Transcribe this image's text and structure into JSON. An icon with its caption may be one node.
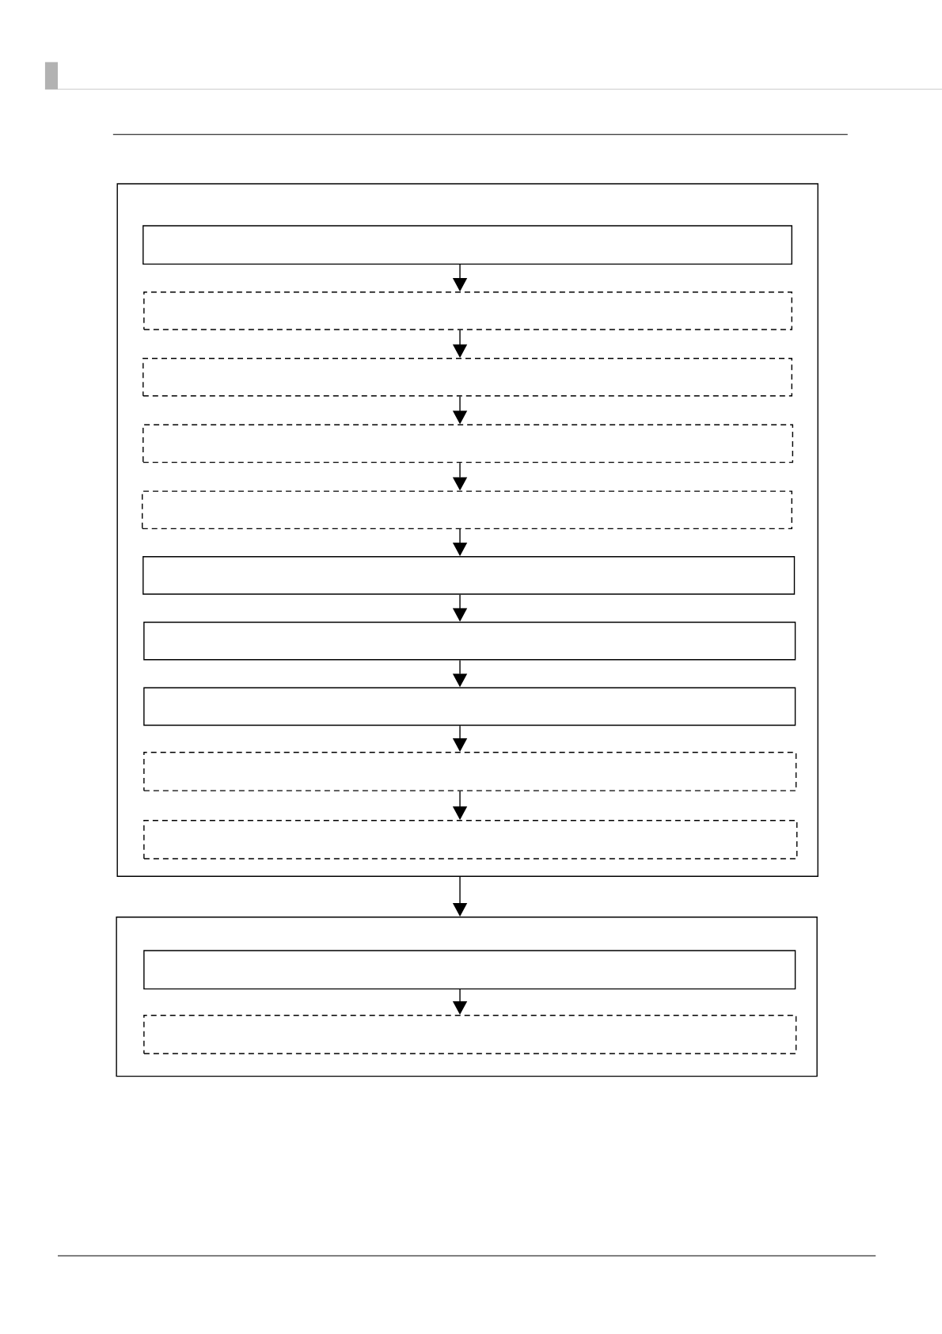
{
  "diagram": {
    "nodes": [
      {
        "text": [],
        "shape": "box"
      },
      {
        "text": [],
        "shape": "box",
        "in": 0
      },
      {
        "text": [],
        "shape": "box",
        "in": 0
      },
      {
        "text": [],
        "shape": "box",
        "in": 0
      },
      {
        "text": [],
        "shape": "box",
        "in": 0
      },
      {
        "text": [],
        "shape": "box",
        "in": 0
      },
      {
        "text": [],
        "shape": "box",
        "in": 0
      },
      {
        "text": [],
        "shape": "box",
        "in": 0
      },
      {
        "text": [],
        "shape": "box",
        "in": 0
      },
      {
        "text": [],
        "shape": "box",
        "in": 0
      },
      {
        "text": [],
        "shape": "box",
        "in": 0
      },
      {
        "text": [],
        "shape": "box"
      },
      {
        "text": [],
        "shape": "box",
        "in": 11
      },
      {
        "text": [],
        "shape": "box",
        "in": 11
      }
    ],
    "edges": [
      {
        "from": 1,
        "to": 2,
        "arrow": "to"
      },
      {
        "from": 2,
        "to": 3,
        "arrow": "to"
      },
      {
        "from": 3,
        "to": 4,
        "arrow": "to"
      },
      {
        "from": 4,
        "to": 5,
        "arrow": "to"
      },
      {
        "from": 5,
        "to": 6,
        "arrow": "to"
      },
      {
        "from": 6,
        "to": 7,
        "arrow": "to"
      },
      {
        "from": 7,
        "to": 8,
        "arrow": "to"
      },
      {
        "from": 8,
        "to": 9,
        "arrow": "to"
      },
      {
        "from": 9,
        "to": 10,
        "arrow": "to"
      },
      {
        "from": 0,
        "to": 11,
        "arrow": "to"
      },
      {
        "from": 12,
        "to": 13,
        "arrow": "to"
      }
    ]
  }
}
